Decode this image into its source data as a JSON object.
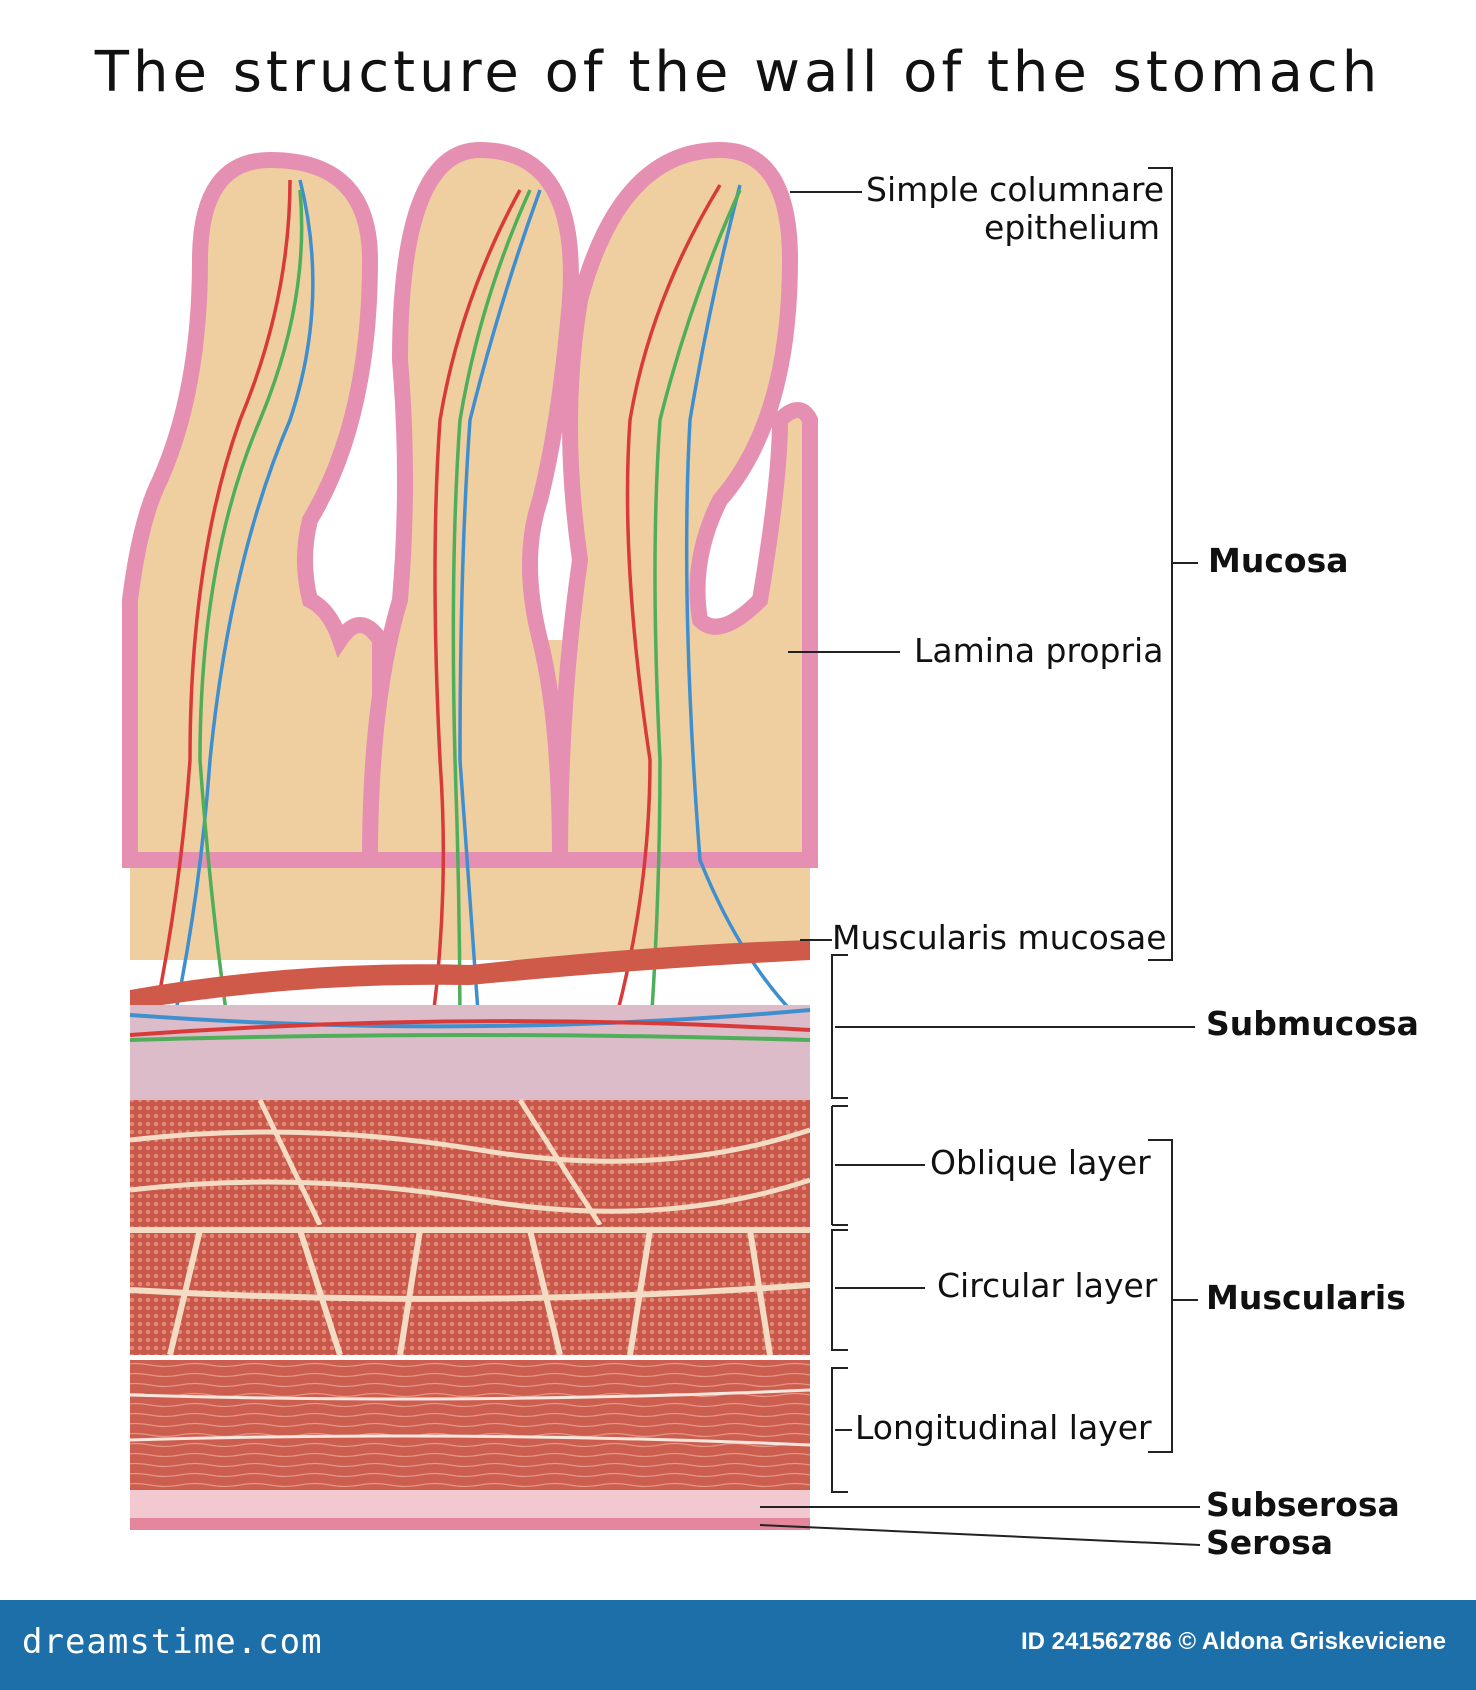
{
  "title": "The structure of the wall of the stomach",
  "labels": {
    "epithelium_line1": "Simple columnare",
    "epithelium_line2": "epithelium",
    "lamina_propria": "Lamina propria",
    "muscularis_mucosae": "Muscularis mucosae",
    "oblique": "Oblique layer",
    "circular": "Circular layer",
    "longitudinal": "Longitudinal layer"
  },
  "groups": {
    "mucosa": "Mucosa",
    "submucosa": "Submucosa",
    "muscularis": "Muscularis",
    "subserosa": "Subserosa",
    "serosa": "Serosa"
  },
  "footer": {
    "brand": "dreamstime.com",
    "id_credit": "ID 241562786 © Aldona Griskeviciene"
  },
  "colors": {
    "epithelium": "#e58fb2",
    "lamina": "#efcf9f",
    "muscle": "#c9574a",
    "submucosa": "#dbbcc8",
    "artery": "#d83a3a",
    "vein": "#3f8fcf",
    "lymph": "#4fae5a",
    "footer": "#1d6fa9"
  }
}
